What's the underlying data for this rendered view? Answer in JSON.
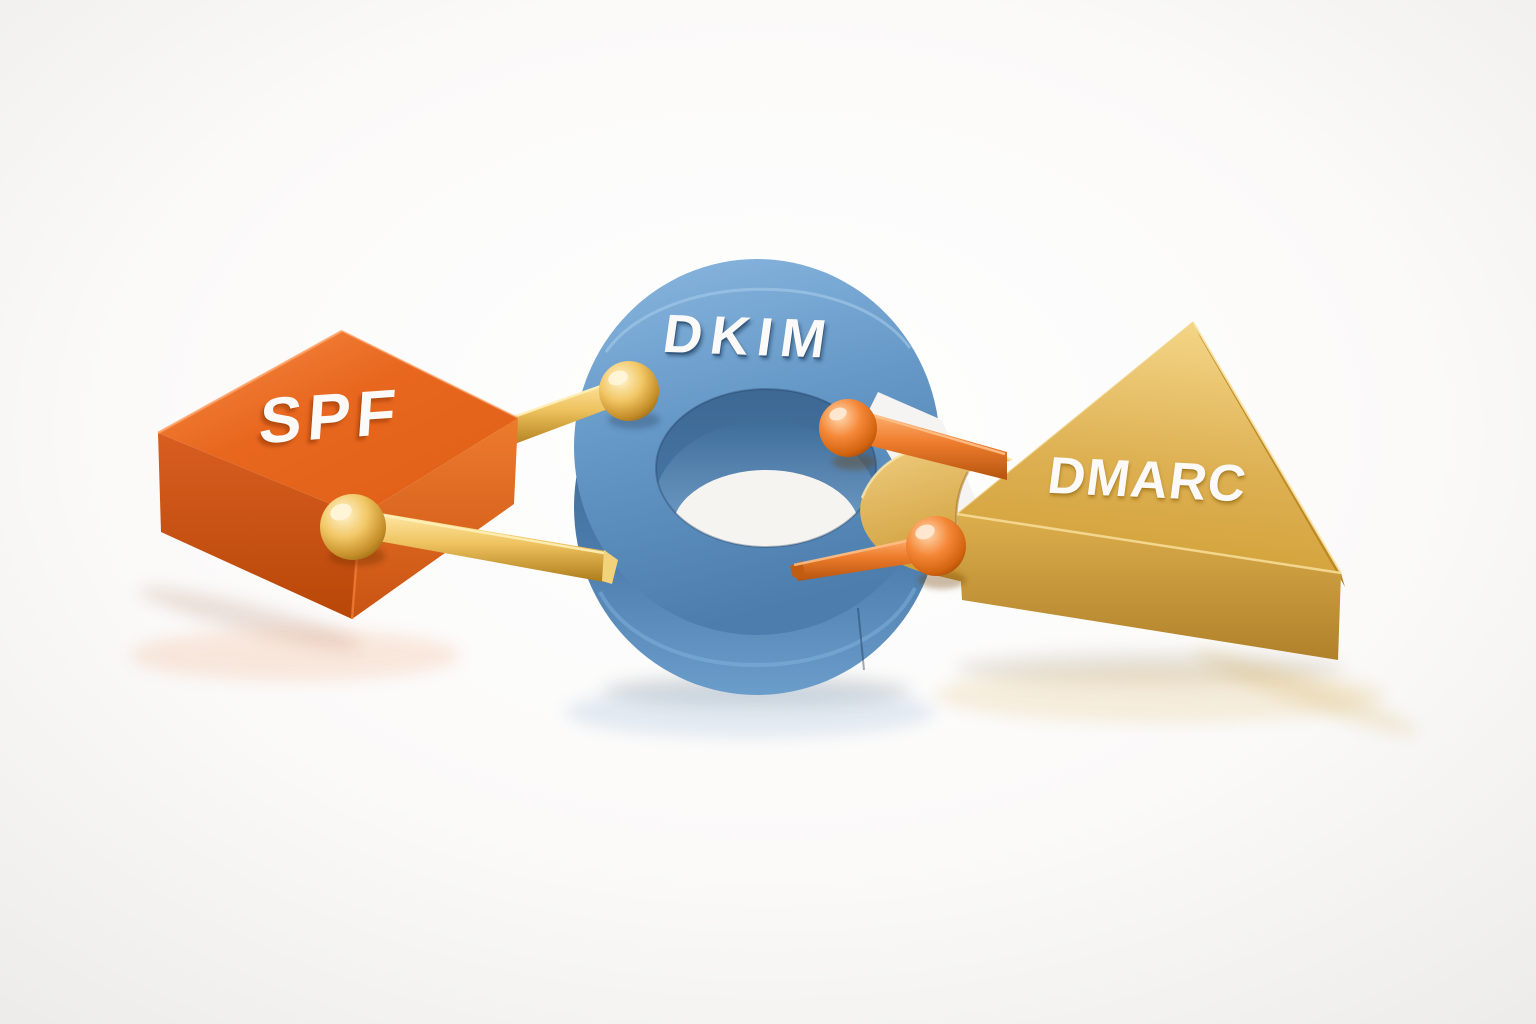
{
  "scene": {
    "background": "#f6f4f2",
    "nodes": [
      {
        "id": "spf",
        "label": "SPF",
        "shape": "cube",
        "color": "#e8671f"
      },
      {
        "id": "dkim",
        "label": "DKIM",
        "shape": "open-ring",
        "color": "#6497c6"
      },
      {
        "id": "dmarc",
        "label": "DMARC",
        "shape": "triangle",
        "color": "#ddb052"
      }
    ],
    "links": [
      {
        "from": "SPF",
        "to": "DKIM",
        "connector": "gold rods with ball joints",
        "color": "#eec25e"
      },
      {
        "from": "DKIM",
        "to": "DMARC",
        "connector": "orange rods with ball joints",
        "color": "#ee7c2c"
      }
    ]
  },
  "colors": {
    "spf_orange": "#e8671f",
    "dkim_blue": "#6497c6",
    "dmarc_gold": "#ddb052",
    "link_gold": "#eec25e",
    "link_orange": "#ee7c2c",
    "background": "#f6f4f2",
    "label_white": "#fbfaf8"
  }
}
